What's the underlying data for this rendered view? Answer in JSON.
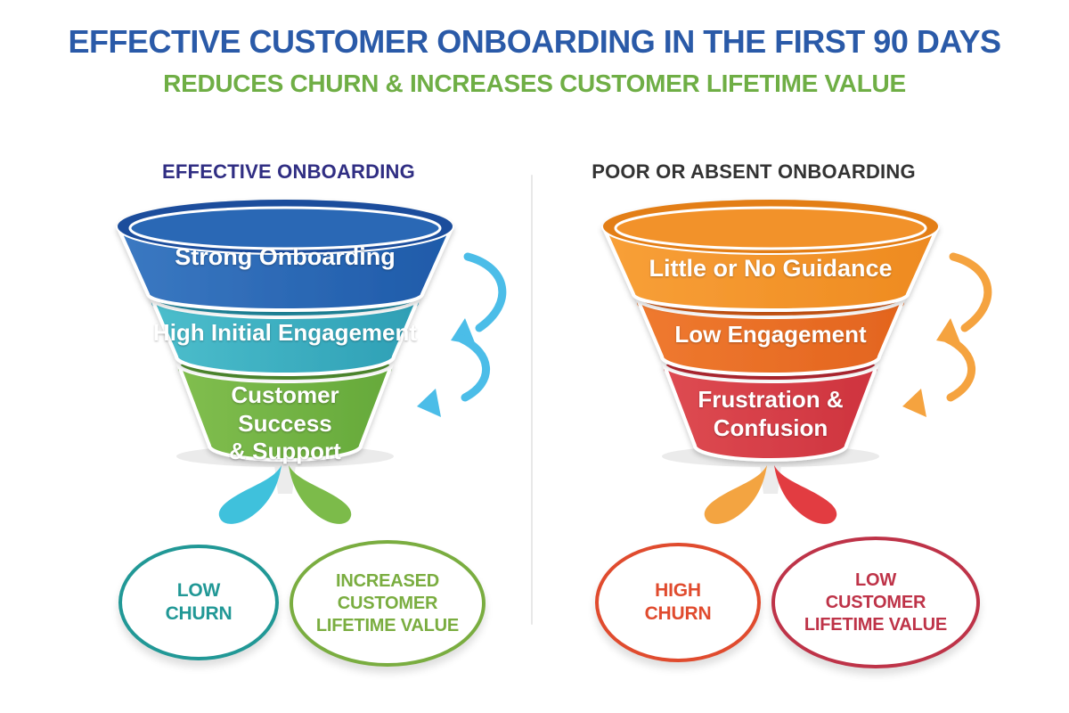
{
  "header": {
    "title": "EFFECTIVE CUSTOMER ONBOARDING IN THE FIRST 90 DAYS",
    "title_color": "#2A5AA8",
    "subtitle": "REDUCES CHURN & INCREASES CUSTOMER LIFETIME VALUE",
    "subtitle_color": "#6FAE45"
  },
  "funnels": [
    {
      "heading": "EFFECTIVE ONBOARDING",
      "heading_color": "#302E83",
      "tiers": [
        {
          "label": "Strong Onboarding",
          "color_light": "#3B79C2",
          "color_dark": "#1E5AA9",
          "color_top": "#1A4E9C",
          "color_inner": "#2B67B5"
        },
        {
          "label": "High Initial Engagement",
          "color_light": "#4CBECC",
          "color_dark": "#2E9FB5",
          "color_top": "#2391A8"
        },
        {
          "label": "Customer Success\n& Support",
          "color_light": "#81BE4F",
          "color_dark": "#65A93A",
          "color_top": "#549631"
        }
      ],
      "arrow_color": "#4BBDE8",
      "drips": {
        "left": "#3FC1DC",
        "right": "#7CBB4A"
      },
      "outcomes": [
        {
          "label": "LOW\nCHURN",
          "color": "#219896"
        },
        {
          "label": "INCREASED\nCUSTOMER\nLIFETIME VALUE",
          "color": "#7AAD40"
        }
      ]
    },
    {
      "heading": "POOR OR ABSENT ONBOARDING",
      "heading_color": "#333333",
      "tiers": [
        {
          "label": "Little or No Guidance",
          "color_light": "#F8A038",
          "color_dark": "#EE8A20",
          "color_top": "#E37E14",
          "color_inner": "#F2922B"
        },
        {
          "label": "Low Engagement",
          "color_light": "#EF7A30",
          "color_dark": "#E3641E",
          "color_top": "#D95B14"
        },
        {
          "label": "Frustration &\nConfusion",
          "color_light": "#DE4B52",
          "color_dark": "#CE333E",
          "color_top": "#BF2B36"
        }
      ],
      "arrow_color": "#F5A33F",
      "drips": {
        "left": "#F3A441",
        "right": "#E23C41"
      },
      "outcomes": [
        {
          "label": "HIGH\nCHURN",
          "color": "#E04B2E"
        },
        {
          "label": "LOW\nCUSTOMER\nLIFETIME VALUE",
          "color": "#BE3348"
        }
      ]
    }
  ]
}
